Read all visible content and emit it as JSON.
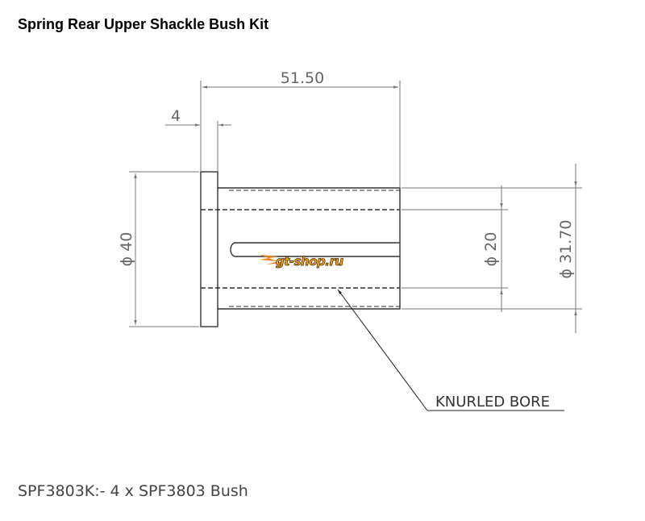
{
  "title": "Spring Rear Upper Shackle Bush Kit",
  "dimensions": {
    "length": "51.50",
    "flange_thickness": "4",
    "flange_diameter": "ϕ 40",
    "bore_diameter": "ϕ 20",
    "outer_diameter": "ϕ 31.70"
  },
  "callout": "KNURLED BORE",
  "watermark": "gt-shop.ru",
  "footer": "SPF3803K:- 4 x SPF3803 Bush",
  "colors": {
    "line": "#333333",
    "dim": "#777777",
    "logo_orange": "#f07a10",
    "logo_yellow": "#ffc000"
  }
}
